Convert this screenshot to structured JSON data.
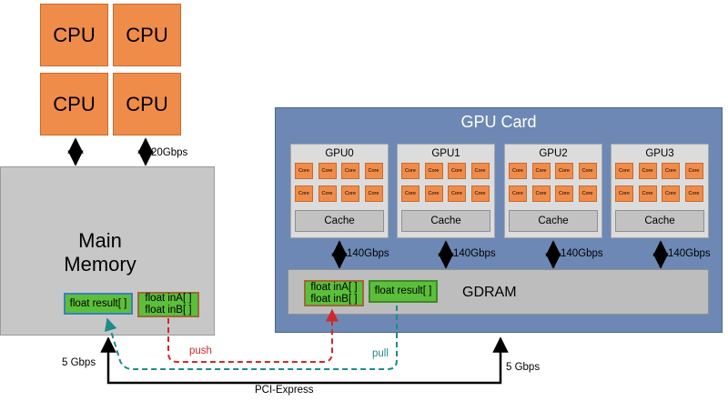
{
  "cpus": [
    "CPU",
    "CPU",
    "CPU",
    "CPU"
  ],
  "cpu_memory_bandwidth": "20Gbps",
  "main_memory": {
    "label_line1": "Main",
    "label_line2": "Memory",
    "result_var": "float result[ ]",
    "input_var_line1": "float inA[ ]",
    "input_var_line2": "float inB[ ]"
  },
  "gpu_card": {
    "title": "GPU Card",
    "gpus": [
      {
        "name": "GPU0",
        "cache": "Cache"
      },
      {
        "name": "GPU1",
        "cache": "Cache"
      },
      {
        "name": "GPU2",
        "cache": "Cache"
      },
      {
        "name": "GPU3",
        "cache": "Cache"
      }
    ],
    "core_label": "Core",
    "gpu_gdram_bandwidth": "140Gbps",
    "gdram": {
      "label": "GDRAM",
      "input_var_line1": "float inA[ ]",
      "input_var_line2": "float inB[ ]",
      "result_var": "float result[ ]"
    }
  },
  "transfer": {
    "push_label": "push",
    "pull_label": "pull",
    "push_color": "#d0282a",
    "pull_color": "#1f8a8a"
  },
  "bus": {
    "name": "PCI-Express",
    "host_bandwidth": "5 Gbps",
    "card_bandwidth": "5 Gbps"
  }
}
